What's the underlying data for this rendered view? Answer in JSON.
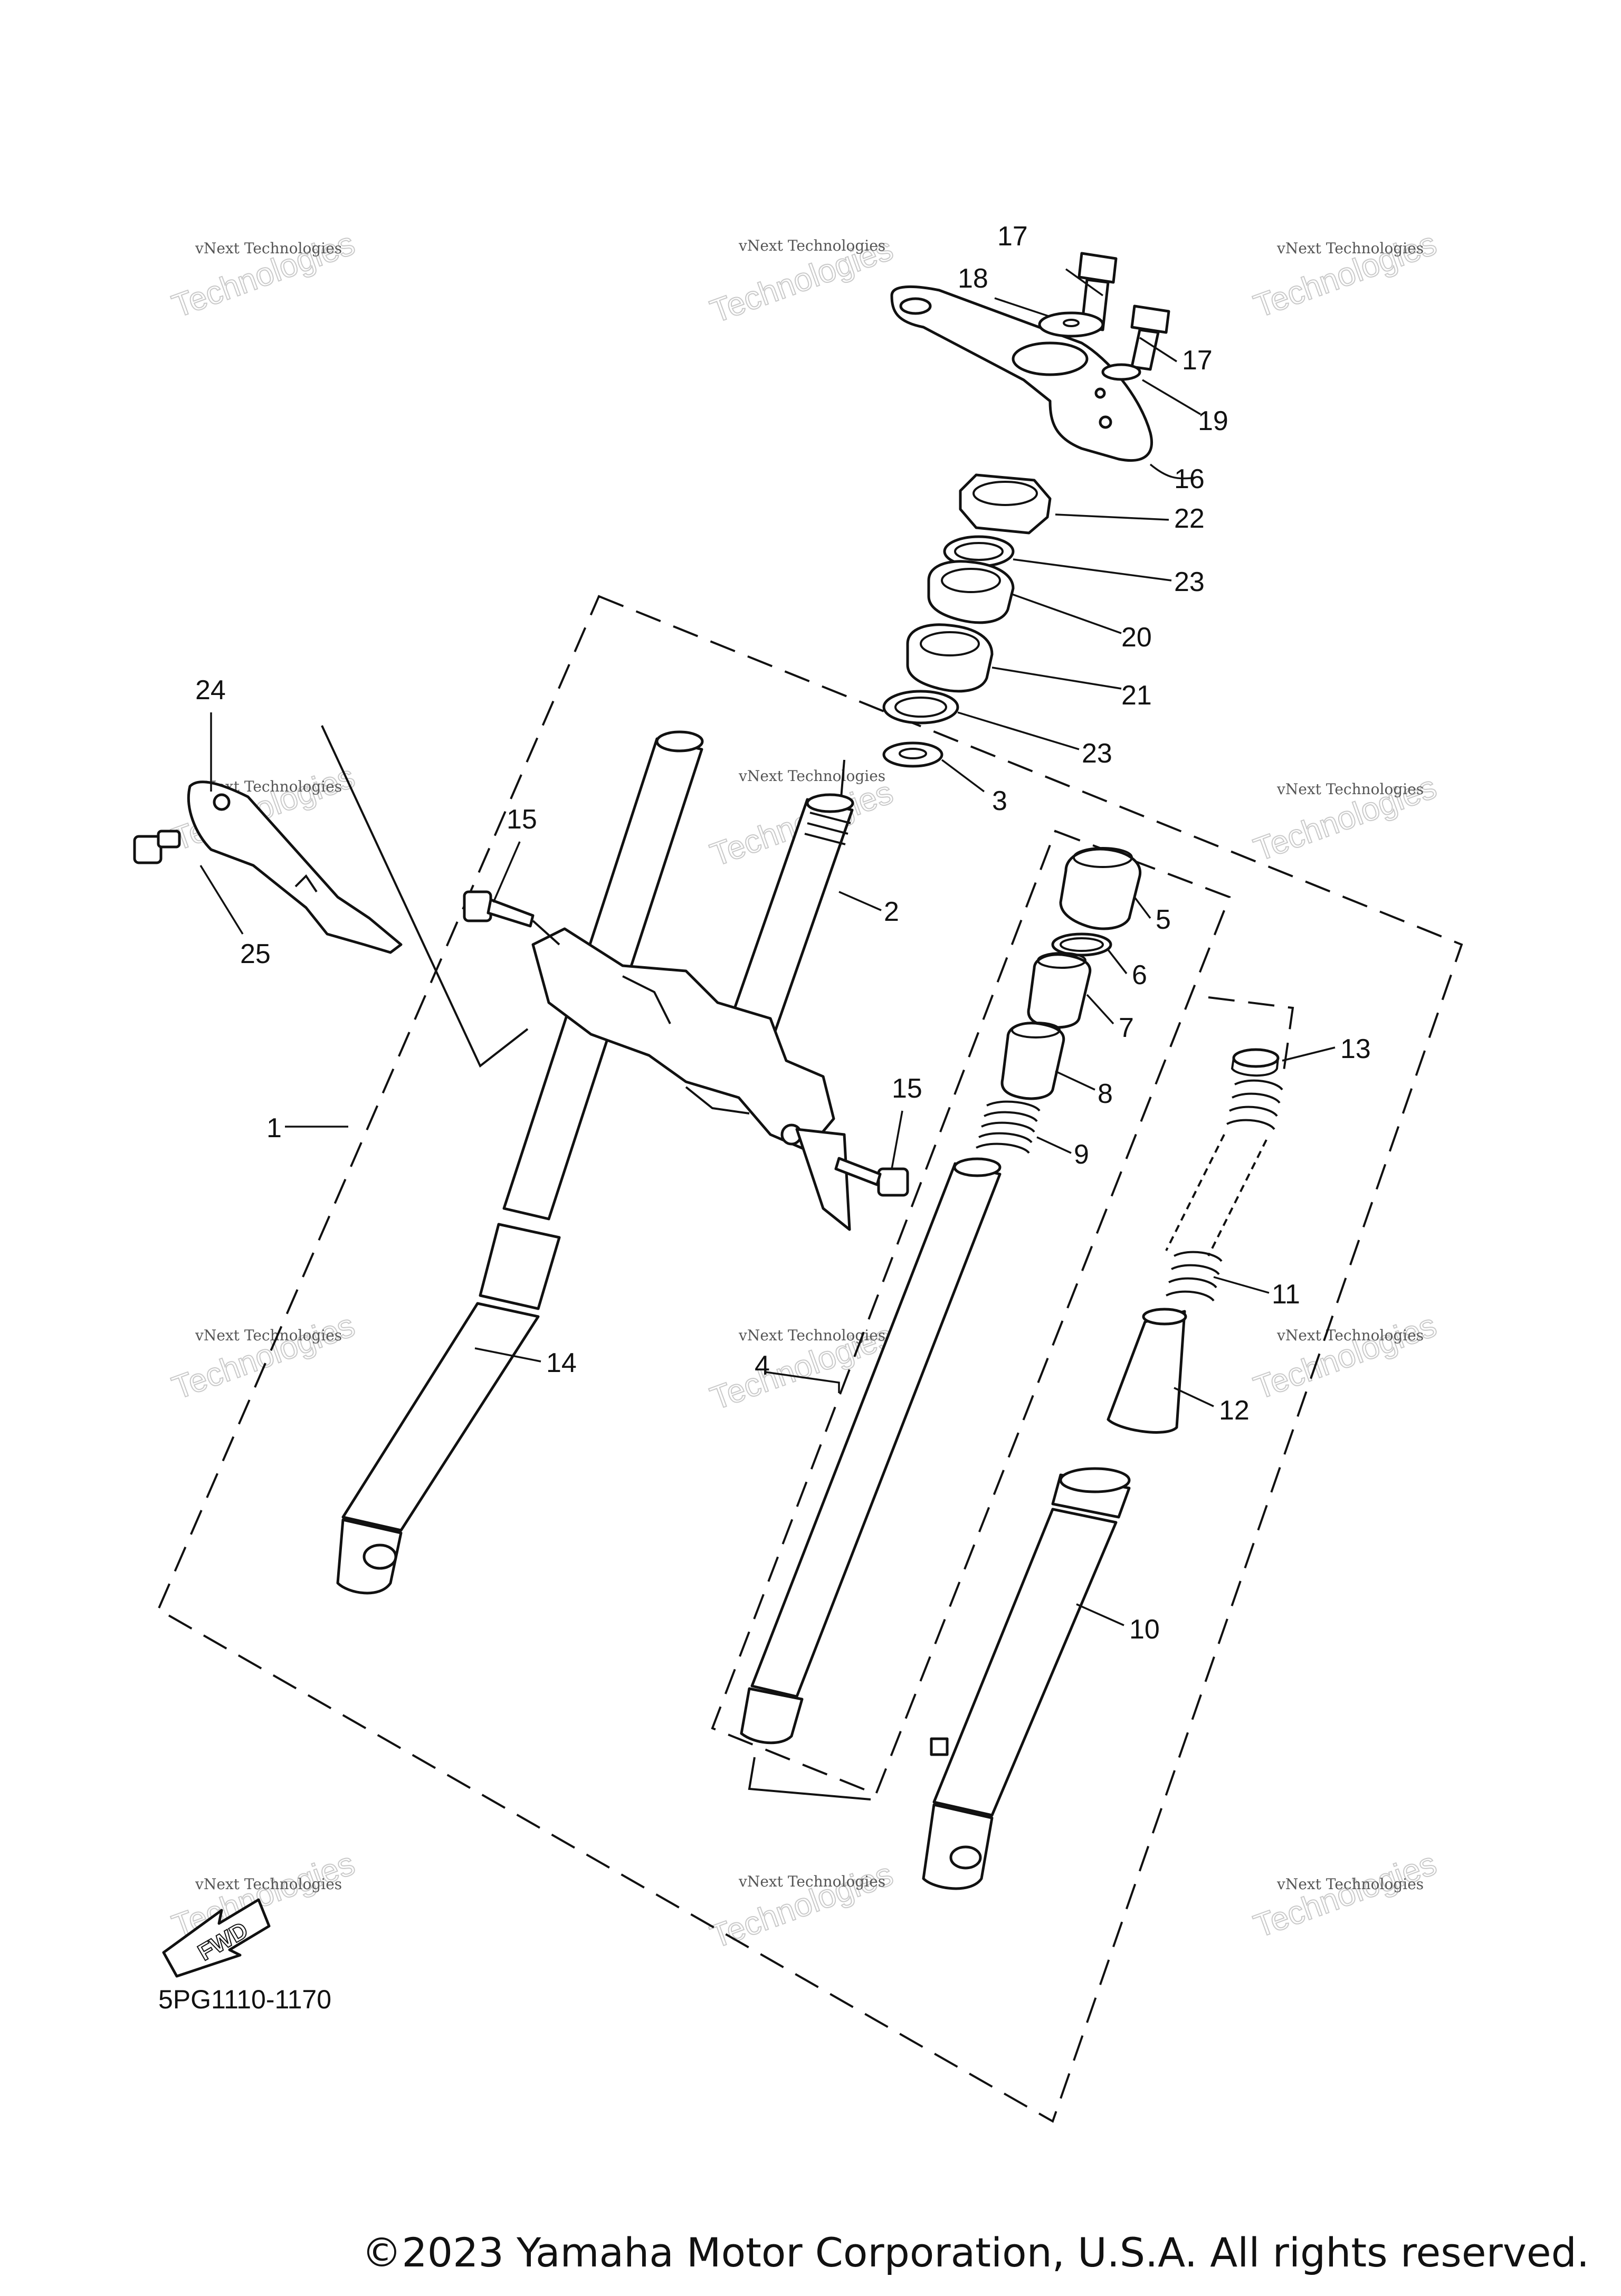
{
  "diagram": {
    "code": "5PG1110-1170",
    "copyright": "©2023 Yamaha Motor Corporation, U.S.A. All rights reserved.",
    "fwd_arrow_text": "FWD",
    "watermark": {
      "line1": "vNext Technologies",
      "line2": "vNext",
      "line3": "Technologies"
    },
    "callouts": [
      "1",
      "2",
      "3",
      "4",
      "5",
      "6",
      "7",
      "8",
      "9",
      "10",
      "11",
      "12",
      "13",
      "14",
      "15",
      "15",
      "16",
      "17",
      "17",
      "18",
      "19",
      "20",
      "21",
      "22",
      "23",
      "23",
      "24",
      "25"
    ]
  }
}
